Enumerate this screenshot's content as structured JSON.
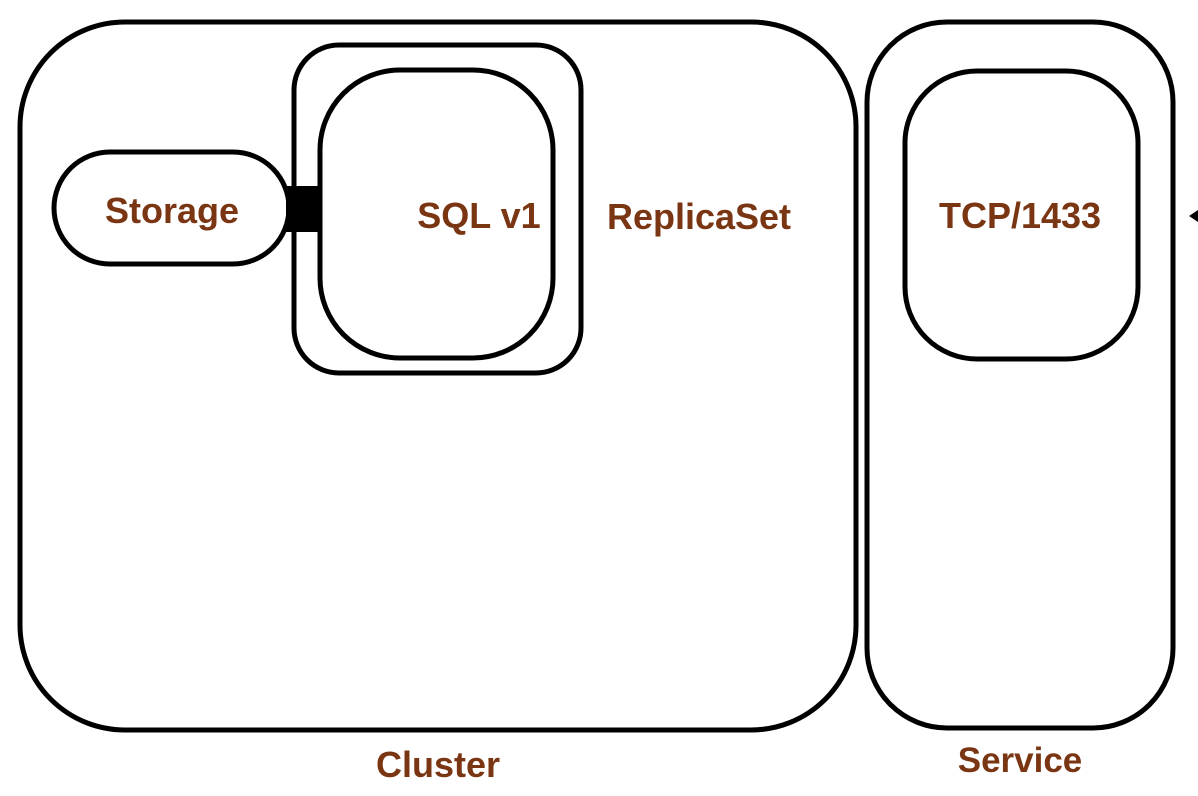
{
  "colors": {
    "stroke": "#000000",
    "label": "#7a3512",
    "background": "#ffffff"
  },
  "labels": {
    "storage": "Storage",
    "sql": "SQL v1",
    "replicaset": "ReplicaSet",
    "tcp": "TCP/1433",
    "cluster": "Cluster",
    "service": "Service"
  },
  "icons": {
    "volume_connector": "volume-mount-connector",
    "inbound_arrow": "arrowhead-left"
  }
}
